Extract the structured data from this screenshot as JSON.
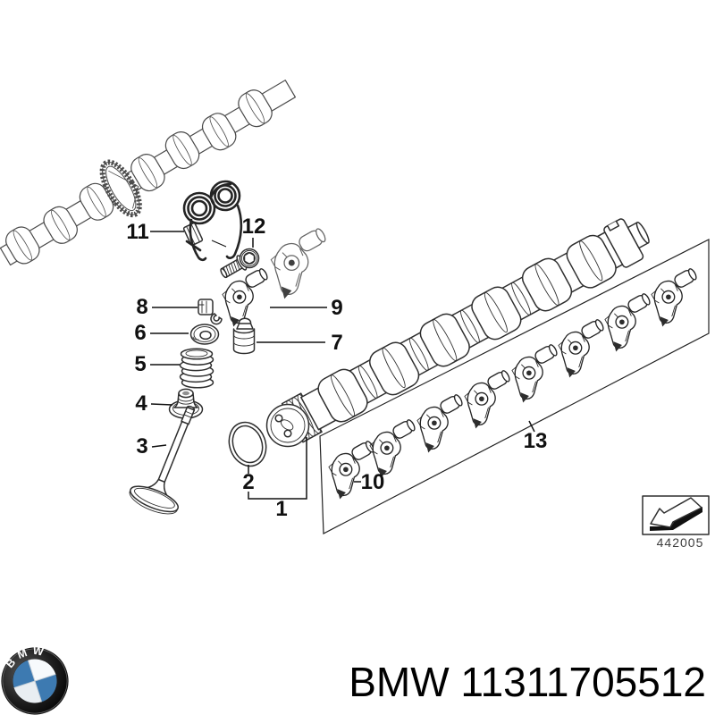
{
  "diagram": {
    "callouts": [
      "1",
      "2",
      "3",
      "4",
      "5",
      "6",
      "7",
      "8",
      "9",
      "10",
      "11",
      "12",
      "13"
    ],
    "drawing_number": "442005"
  },
  "footer": {
    "logo_text": "BMW",
    "brand": "BMW",
    "part_number": "11311705512"
  },
  "colors": {
    "bmw_blue": "#3d7ab1",
    "line": "#2e2e2e",
    "text": "#000000"
  }
}
